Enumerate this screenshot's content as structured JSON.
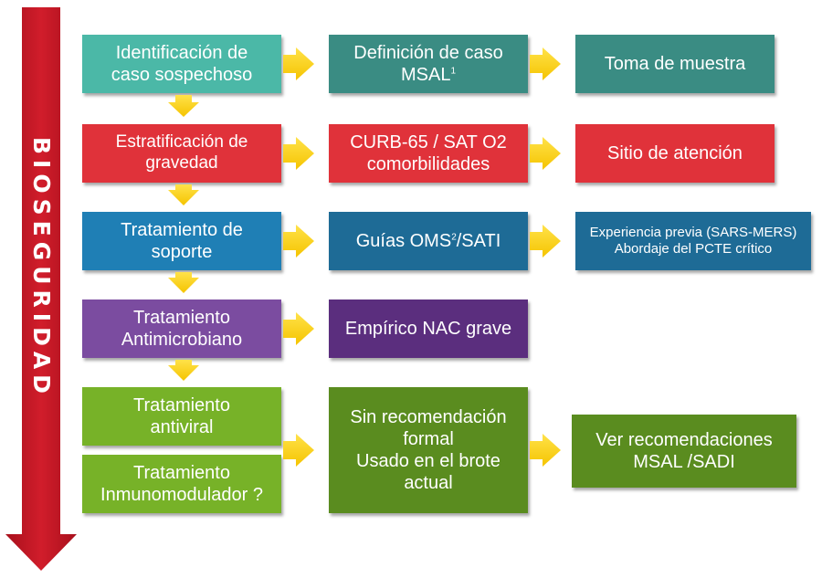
{
  "side_label": "BIOSEGURIDAD",
  "colors": {
    "teal_light": "#4bb8a7",
    "teal_dark": "#3a8c83",
    "red": "#e0323a",
    "blue": "#1f7fb5",
    "blue_dark": "#1e6b96",
    "purple": "#7b4ca0",
    "purple_dark": "#5b2e7e",
    "green_light": "#77b228",
    "green_dark": "#5a8c1f",
    "arrow_yellow": "#ffd21f",
    "side_red": "#c31725"
  },
  "rows": {
    "r1": {
      "c1": "Identificación de\ncaso sospechoso",
      "c2_main": "Definición de caso\nMSAL",
      "c2_sup": "1",
      "c3": "Toma de muestra"
    },
    "r2": {
      "c1": "Estratificación de\ngravedad",
      "c2": "CURB-65 / SAT O2\ncomorbilidades",
      "c3": "Sitio de atención"
    },
    "r3": {
      "c1": "Tratamiento de\nsoporte",
      "c2_pre": "Guías OMS",
      "c2_sup": "2",
      "c2_post": "/SATI",
      "c3": "Experiencia previa (SARS-MERS)\nAbordaje del PCTE crítico"
    },
    "r4": {
      "c1": "Tratamiento\nAntimicrobiano",
      "c2": "Empírico NAC grave"
    },
    "r5": {
      "c1a": "Tratamiento\nantiviral",
      "c1b": "Tratamiento\nInmunomodulador ?",
      "c2": "Sin recomendación\nformal\nUsado en el brote\nactual",
      "c3": "Ver recomendaciones\nMSAL /SADI"
    }
  }
}
